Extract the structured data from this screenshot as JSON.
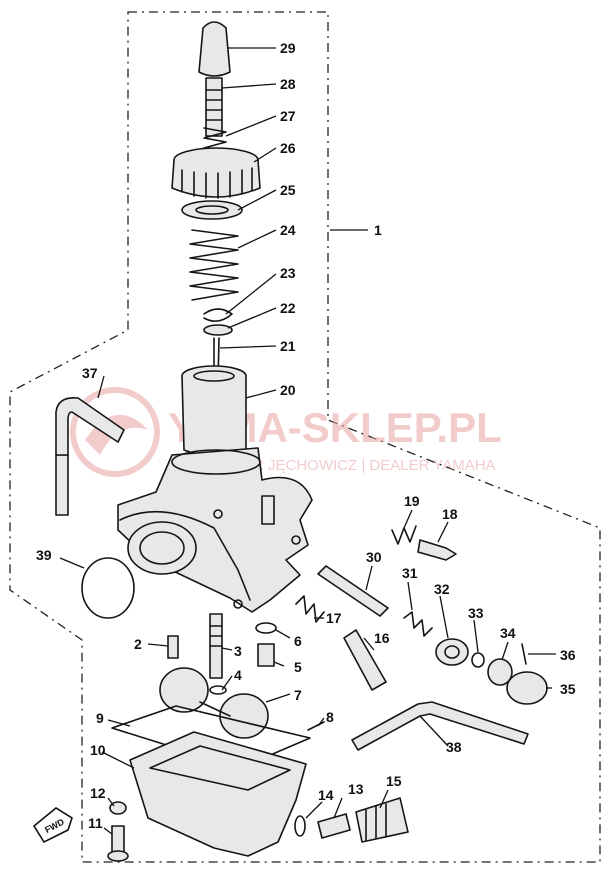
{
  "watermark": {
    "text": "YAMA-SKLEP.PL",
    "subtext": "PIOTR JĘCHOWICZ | DEALER YAMAHA",
    "color": "#e8a2a2"
  },
  "direction_label": "FWD",
  "callouts": [
    {
      "id": "c1",
      "label": "1"
    },
    {
      "id": "c2",
      "label": "2"
    },
    {
      "id": "c3",
      "label": "3"
    },
    {
      "id": "c4",
      "label": "4"
    },
    {
      "id": "c5",
      "label": "5"
    },
    {
      "id": "c6",
      "label": "6"
    },
    {
      "id": "c7",
      "label": "7"
    },
    {
      "id": "c8",
      "label": "8"
    },
    {
      "id": "c9",
      "label": "9"
    },
    {
      "id": "c10",
      "label": "10"
    },
    {
      "id": "c11",
      "label": "11"
    },
    {
      "id": "c12",
      "label": "12"
    },
    {
      "id": "c13",
      "label": "13"
    },
    {
      "id": "c14",
      "label": "14"
    },
    {
      "id": "c15",
      "label": "15"
    },
    {
      "id": "c16",
      "label": "16"
    },
    {
      "id": "c17",
      "label": "17"
    },
    {
      "id": "c18",
      "label": "18"
    },
    {
      "id": "c19",
      "label": "19"
    },
    {
      "id": "c20",
      "label": "20"
    },
    {
      "id": "c21",
      "label": "21"
    },
    {
      "id": "c22",
      "label": "22"
    },
    {
      "id": "c23",
      "label": "23"
    },
    {
      "id": "c24",
      "label": "24"
    },
    {
      "id": "c25",
      "label": "25"
    },
    {
      "id": "c26",
      "label": "26"
    },
    {
      "id": "c27",
      "label": "27"
    },
    {
      "id": "c28",
      "label": "28"
    },
    {
      "id": "c29",
      "label": "29"
    },
    {
      "id": "c30",
      "label": "30"
    },
    {
      "id": "c31",
      "label": "31"
    },
    {
      "id": "c32",
      "label": "32"
    },
    {
      "id": "c33",
      "label": "33"
    },
    {
      "id": "c34",
      "label": "34"
    },
    {
      "id": "c35",
      "label": "35"
    },
    {
      "id": "c36",
      "label": "36"
    },
    {
      "id": "c37",
      "label": "37"
    },
    {
      "id": "c38",
      "label": "38"
    },
    {
      "id": "c39",
      "label": "39"
    }
  ]
}
